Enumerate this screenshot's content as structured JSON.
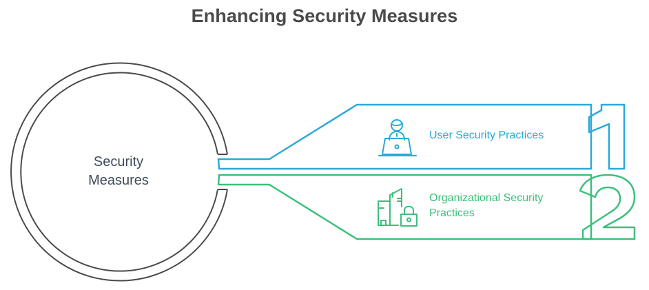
{
  "title": "Enhancing Security Measures",
  "center": {
    "label_line1": "Security",
    "label_line2": "Measures",
    "stroke_color": "#4a4a4a"
  },
  "branches": [
    {
      "number": "1",
      "label": "User Security Practices",
      "icon": "user-laptop-icon",
      "color": "#2aa9d8"
    },
    {
      "number": "2",
      "label": "Organizational Security Practices",
      "icon": "building-lock-icon",
      "color": "#3cbf7b"
    }
  ]
}
